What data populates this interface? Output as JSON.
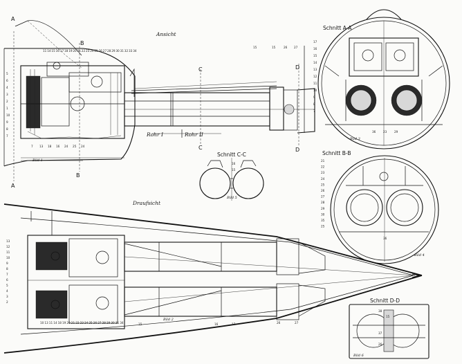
{
  "views": {
    "side": {
      "title": "Ansicht",
      "figure": "Bild 1"
    },
    "top": {
      "title": "Draufsicht",
      "figure": "Bild 2"
    },
    "section_aa": {
      "title": "Schnitt A-A",
      "figure": "Bild 3"
    },
    "section_bb": {
      "title": "Schnitt B-B",
      "figure": "Bild 4"
    },
    "section_cc": {
      "title": "Schnitt C-C",
      "figure": "Bild 5"
    },
    "section_dd": {
      "title": "Schnitt D-D",
      "figure": "Bild 6"
    }
  },
  "tube_labels": {
    "tube1": "Rohr I",
    "tube2": "Rohr II"
  },
  "cut_marks": {
    "a_top": "A",
    "a_bottom": "A",
    "b_top": "B",
    "b_bottom": "B",
    "c_top": "C",
    "c_bottom": "C",
    "d_top": "D",
    "d_bottom": "D"
  },
  "callouts": {
    "side_top": [
      "11",
      "14",
      "15",
      "16",
      "17",
      "18",
      "19",
      "20",
      "21",
      "22",
      "23",
      "24",
      "25",
      "26",
      "27",
      "28",
      "29",
      "30",
      "31",
      "32",
      "33",
      "34",
      "15",
      "15",
      "26",
      "27"
    ],
    "side_bottom": [
      "7",
      "13",
      "18",
      "16",
      "24",
      "25",
      "24"
    ],
    "side_left": [
      "5",
      "6",
      "4",
      "3",
      "2",
      "1",
      "10",
      "9",
      "8",
      "7"
    ],
    "top_bottom": [
      "10",
      "13",
      "11",
      "14",
      "18",
      "19",
      "20",
      "21",
      "22",
      "23",
      "24",
      "25",
      "26",
      "27",
      "28",
      "29",
      "30",
      "31",
      "34",
      "15",
      "16",
      "17",
      "26",
      "27"
    ],
    "top_left": [
      "13",
      "12",
      "11",
      "10",
      "9",
      "8",
      "7",
      "6",
      "5",
      "4",
      "3",
      "2"
    ],
    "aa_left": [
      "17",
      "16",
      "15",
      "14",
      "13",
      "12",
      "11",
      "10",
      "9",
      "8",
      "7"
    ],
    "aa_bottom": [
      "36",
      "23",
      "29"
    ],
    "bb_left": [
      "21",
      "22",
      "23",
      "24",
      "25",
      "26",
      "27",
      "28",
      "29",
      "30",
      "35",
      "25"
    ],
    "bb_bottom": [
      "36"
    ],
    "cc": [
      "16",
      "15"
    ],
    "dd": [
      "38",
      "15",
      "37",
      "26"
    ]
  }
}
